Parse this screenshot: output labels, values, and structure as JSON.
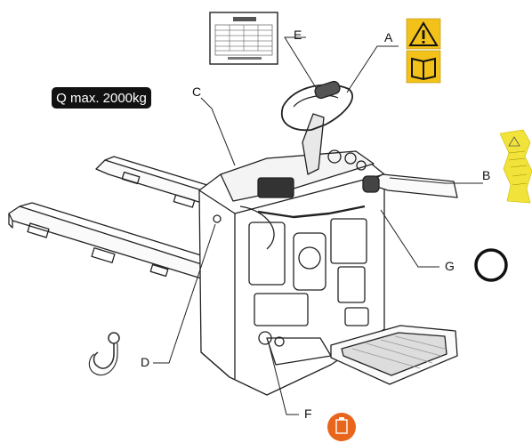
{
  "capacity_badge": {
    "text": "Q max. 2000kg"
  },
  "callouts": {
    "A": "A",
    "B": "B",
    "C": "C",
    "D": "D",
    "E": "E",
    "F": "F",
    "G": "G"
  },
  "symbols": {
    "A": [
      "warning-triangle-icon",
      "read-manual-book-icon"
    ],
    "B": "yellow-warning-label-icon",
    "D": "lifting-hook-icon",
    "E": "nameplate-icon",
    "F": "battery-icon",
    "G": "ring-marker-icon"
  },
  "colors": {
    "warning_yellow": "#F2C21B",
    "battery_orange": "#E8651C",
    "badge_black": "#111111"
  }
}
